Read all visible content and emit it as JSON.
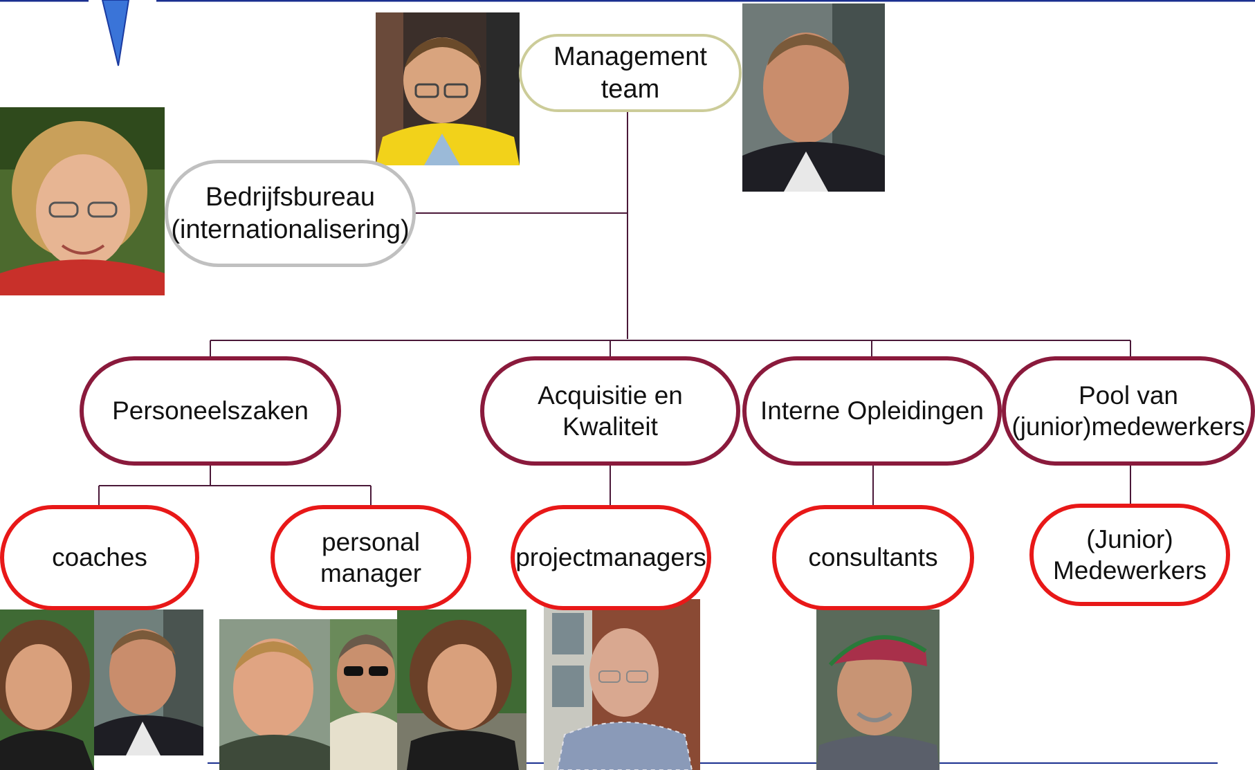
{
  "management": {
    "label": "Management team"
  },
  "bedrijfsbureau": {
    "label": "Bedrijfsbureau\n(internationalisering)"
  },
  "departments": [
    {
      "id": "personeelszaken",
      "label": "Personeelszaken"
    },
    {
      "id": "acquisitie",
      "label": "Acquisitie en Kwaliteit"
    },
    {
      "id": "opleidingen",
      "label": "Interne  Opleidingen"
    },
    {
      "id": "pool",
      "label": "Pool van\n(junior)medewerkers"
    }
  ],
  "teams": [
    {
      "id": "coaches",
      "label": "coaches"
    },
    {
      "id": "personal-manager",
      "label": "personal\nmanager"
    },
    {
      "id": "projectmanagers",
      "label": "projectmanagers"
    },
    {
      "id": "consultants",
      "label": "consultants"
    },
    {
      "id": "junior-medewerkers",
      "label": "(Junior)\nMedewerkers"
    }
  ],
  "colors": {
    "connector": "#4a1838",
    "department_border": "#8a1a3c",
    "team_border": "#e81818",
    "management_border": "#cccc99",
    "bedrijfsbureau_border": "#c0c0c0",
    "frame_blue": "#1a2f8f",
    "arrow_blue": "#3a74d8"
  }
}
